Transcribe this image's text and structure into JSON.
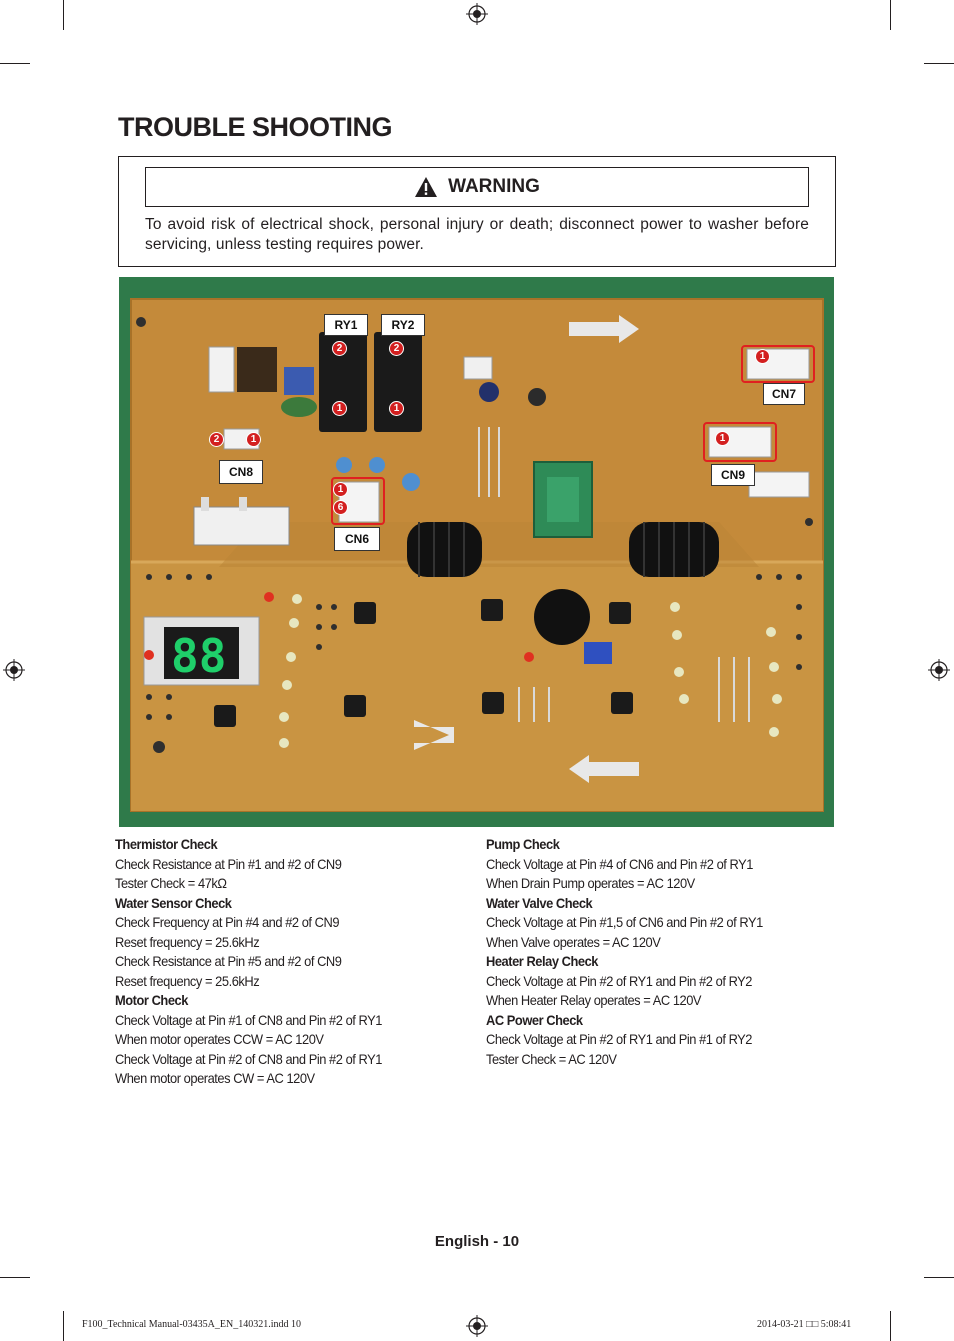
{
  "title": "TROUBLE SHOOTING",
  "warning": {
    "heading": "WARNING",
    "text": "To avoid risk of electrical shock, personal injury or death; disconnect power to washer before servicing, unless testing requires power."
  },
  "board_labels": {
    "ry1": "RY1",
    "ry2": "RY2",
    "cn7": "CN7",
    "cn8": "CN8",
    "cn9": "CN9",
    "cn6": "CN6"
  },
  "pin_markers": {
    "ry1_top": "2",
    "ry1_bottom": "1",
    "ry2_top": "2",
    "ry2_bottom": "1",
    "cn8_left": "2",
    "cn8_right": "1",
    "cn6_top": "1",
    "cn6_bottom": "6",
    "cn7": "1",
    "cn9": "1"
  },
  "checks_left": [
    {
      "heading": "Thermistor Check",
      "lines": [
        "Check Resistance at Pin #1 and #2 of CN9",
        "Tester Check = 47kΩ"
      ]
    },
    {
      "heading": "Water Sensor Check",
      "lines": [
        "Check Frequency at Pin #4 and #2 of CN9",
        "Reset frequency = 25.6kHz",
        "Check Resistance at Pin #5 and #2 of CN9",
        "Reset frequency = 25.6kHz"
      ]
    },
    {
      "heading": "Motor Check",
      "lines": [
        "Check Voltage at Pin #1 of CN8 and Pin #2 of RY1",
        "When motor operates CCW = AC 120V",
        "Check Voltage at Pin #2 of CN8 and Pin #2 of RY1",
        "When motor operates CW = AC 120V"
      ]
    }
  ],
  "checks_right": [
    {
      "heading": "Pump Check",
      "lines": [
        "Check Voltage at Pin #4 of CN6 and Pin #2 of RY1",
        "When Drain Pump operates = AC 120V"
      ]
    },
    {
      "heading": "Water Valve Check",
      "lines": [
        "Check Voltage at Pin #1,5 of CN6 and Pin #2 of RY1",
        "When Valve operates = AC 120V"
      ]
    },
    {
      "heading": "Heater Relay Check",
      "lines": [
        "Check Voltage at Pin #2 of RY1 and Pin #2 of RY2",
        "When Heater Relay operates = AC 120V"
      ]
    },
    {
      "heading": "AC Power Check",
      "lines": [
        "Check Voltage at Pin #2 of RY1 and Pin #1 of RY2",
        "Tester Check = AC 120V"
      ]
    }
  ],
  "footer": "English - 10",
  "slug": {
    "left": "F100_Technical Manual-03435A_EN_140321.indd   10",
    "right": "2014-03-21   □□ 5:08:41"
  }
}
